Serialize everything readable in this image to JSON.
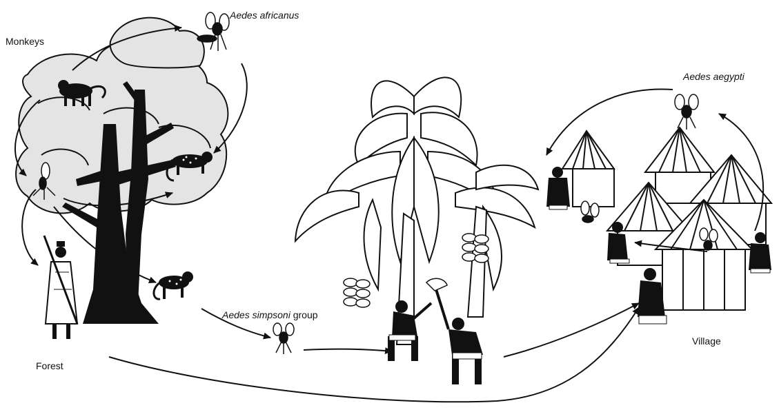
{
  "labels": {
    "monkeys": "Monkeys",
    "aedes_africanus": "Aedes africanus",
    "aedes_aegypti": "Aedes aegypti",
    "aedes_simpsoni_species": "Aedes simpsoni",
    "aedes_simpsoni_suffix": " group",
    "forest": "Forest",
    "village": "Village"
  },
  "colors": {
    "ink": "#111111",
    "canopy_fill": "#e4e4e4",
    "paper": "#ffffff"
  },
  "icons": [
    "mosquito-icon",
    "monkey-icon",
    "human-icon",
    "banana-plant-icon",
    "hut-icon",
    "tree-icon",
    "arrow-icon"
  ]
}
